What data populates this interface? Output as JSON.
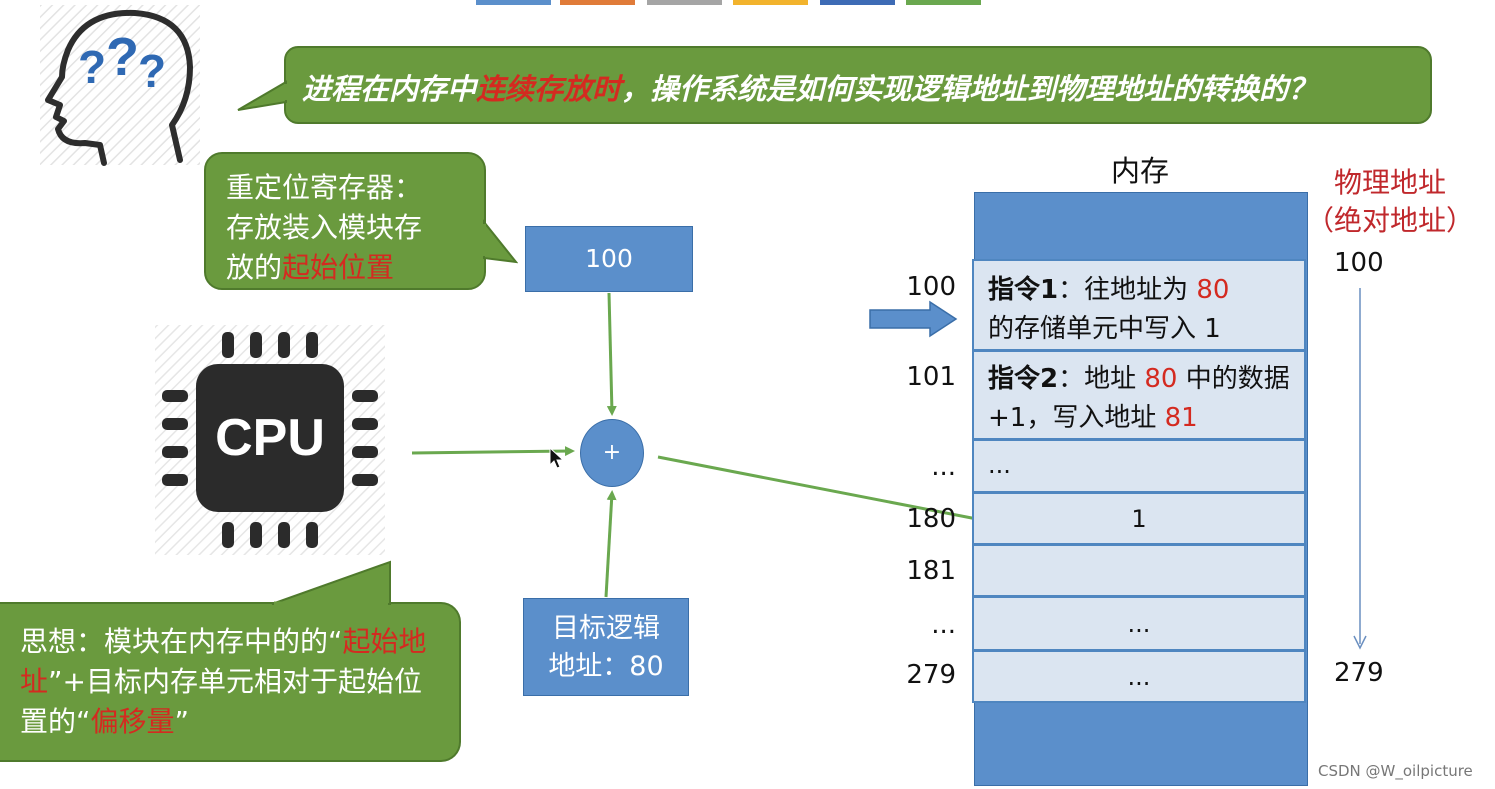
{
  "colors": {
    "green": "#6a9a3e",
    "blue": "#5b8fcb",
    "memory_cell": "#dbe5f1",
    "red": "#d42a20"
  },
  "question": {
    "part1": "进程在内存中",
    "highlight": "连续存放时",
    "part2": "，操作系统是如何实现逻辑地址到物理地址的转换的？"
  },
  "icons": {
    "head": "question-head-icon",
    "cpu": "cpu-chip-icon",
    "cursor": "mouse-cursor-icon"
  },
  "cpu_label": "CPU",
  "relocation_note": {
    "line1": "重定位寄存器：",
    "line2": "存放装入模块存",
    "line3_prefix": "放的",
    "line3_highlight": "起始位置"
  },
  "register_value": "100",
  "adder_symbol": "+",
  "logical_address": {
    "line1": "目标逻辑",
    "line2": "地址：80"
  },
  "idea_note": {
    "p1": "思想：模块在内存中的的“",
    "h1": "起始地址",
    "p2": "”+目标内存单元相对于起始位置的“",
    "h2": "偏移量",
    "p3": "”"
  },
  "memory": {
    "title": "内存",
    "rows": [
      {
        "address": "100",
        "bold": "指令1",
        "t1": "：往地址为 ",
        "r1": "80",
        "t2": "的存储单元中写入 1",
        "r2": "",
        "t3": ""
      },
      {
        "address": "101",
        "bold": "指令2",
        "t1": "：地址 ",
        "r1": "80",
        "t2": " 中的数据+1，写入地址 ",
        "r2": "81",
        "t3": ""
      },
      {
        "address": "...",
        "bold": "",
        "t1": "...",
        "r1": "",
        "t2": "",
        "r2": "",
        "t3": ""
      },
      {
        "address": "180",
        "bold": "",
        "t1": "1",
        "r1": "",
        "t2": "",
        "r2": "",
        "t3": ""
      },
      {
        "address": "181",
        "bold": "",
        "t1": "",
        "r1": "",
        "t2": "",
        "r2": "",
        "t3": ""
      },
      {
        "address": "...",
        "bold": "",
        "t1": "...",
        "r1": "",
        "t2": "",
        "r2": "",
        "t3": ""
      },
      {
        "address": "279",
        "bold": "",
        "t1": "...",
        "r1": "",
        "t2": "",
        "r2": "",
        "t3": ""
      }
    ]
  },
  "physical_address": {
    "label_line1": "物理地址",
    "label_line2": "（绝对地址）",
    "start": "100",
    "end": "279"
  },
  "watermark": "CSDN @W_oilpicture"
}
